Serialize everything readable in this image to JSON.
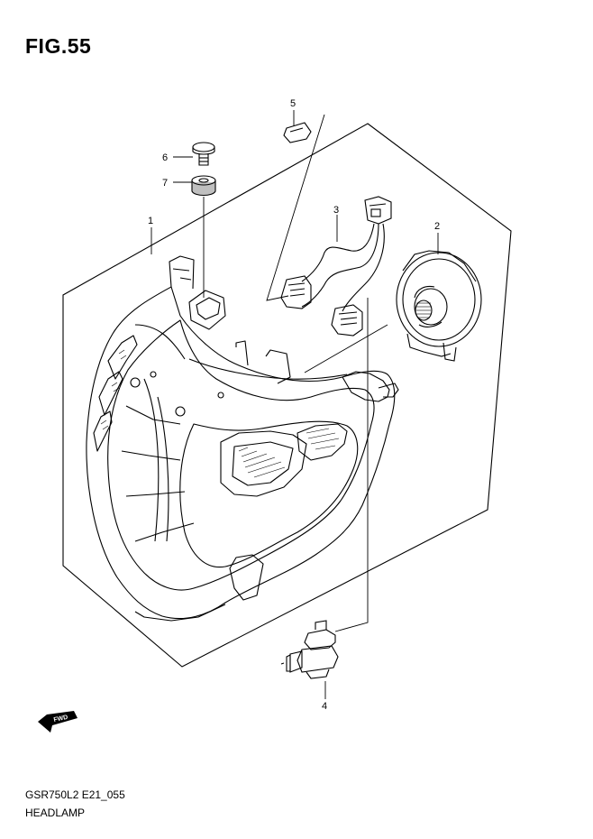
{
  "figure": {
    "title": "FIG.55",
    "code": "GSR750L2 E21_055",
    "name": "HEADLAMP"
  },
  "parts": [
    {
      "id": "part-1",
      "number": "1"
    },
    {
      "id": "part-2",
      "number": "2"
    },
    {
      "id": "part-3",
      "number": "3"
    },
    {
      "id": "part-4",
      "number": "4"
    },
    {
      "id": "part-5",
      "number": "5"
    },
    {
      "id": "part-6",
      "number": "6"
    },
    {
      "id": "part-7",
      "number": "7"
    }
  ],
  "fwd_badge": {
    "label": "FWD",
    "icon": "forward-arrow-icon"
  }
}
